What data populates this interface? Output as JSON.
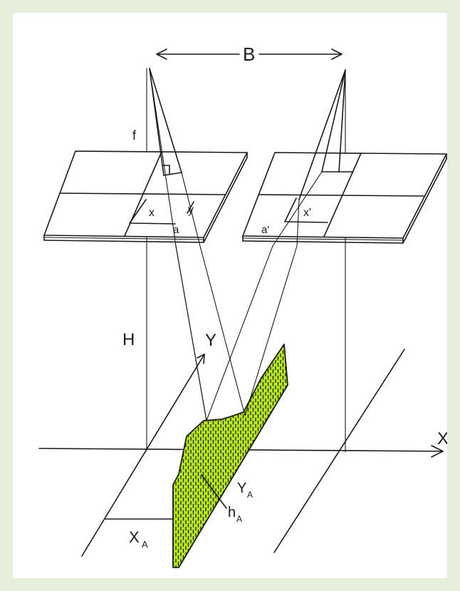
{
  "diagram": {
    "labels": {
      "baseline": "B",
      "focal_length": "f",
      "flying_height": "H",
      "photo_left_x": "x",
      "photo_left_y": "y",
      "photo_left_point": "a",
      "photo_right_x": "x'",
      "photo_right_point": "a'",
      "axis_x": "X",
      "axis_y": "Y",
      "ground_x": "X",
      "ground_x_sub": "A",
      "ground_y": "Y",
      "ground_y_sub": "A",
      "height": "h",
      "height_sub": "A"
    },
    "colors": {
      "terrain_fill": "#b5e61d",
      "line": "#1a1a1a",
      "frame": "#e3eedb"
    }
  }
}
